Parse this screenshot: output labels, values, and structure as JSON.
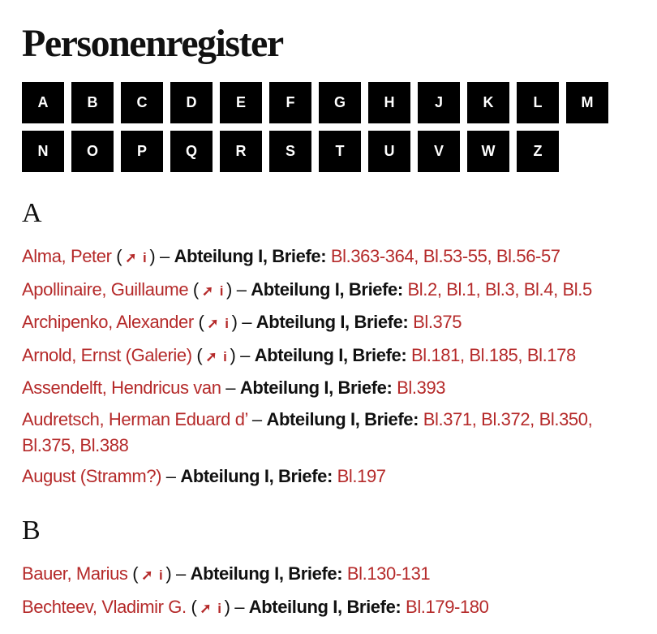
{
  "title": "Personenregister",
  "alphabet_row1": [
    "A",
    "B",
    "C",
    "D",
    "E",
    "F",
    "G",
    "H",
    "J",
    "K",
    "L",
    "M"
  ],
  "alphabet_row2": [
    "N",
    "O",
    "P",
    "Q",
    "R",
    "S",
    "T",
    "U",
    "V",
    "W",
    "Z"
  ],
  "section_label": "Abteilung I, Briefe:",
  "icons": {
    "external": "external-link-icon",
    "info": "info-icon"
  },
  "colors": {
    "link": "#b52a2a",
    "button_bg": "#000000",
    "button_text": "#ffffff"
  },
  "sections": [
    {
      "letter": "A",
      "entries": [
        {
          "name": "Alma, Peter",
          "links": true,
          "folios": [
            "Bl.363-364",
            "Bl.53-55",
            "Bl.56-57"
          ]
        },
        {
          "name": "Apollinaire, Guillaume",
          "links": true,
          "folios": [
            "Bl.2",
            "Bl.1",
            "Bl.3",
            "Bl.4",
            "Bl.5"
          ]
        },
        {
          "name": "Archipenko, Alexander",
          "links": true,
          "folios": [
            "Bl.375"
          ]
        },
        {
          "name": "Arnold, Ernst (Galerie)",
          "links": true,
          "folios": [
            "Bl.181",
            "Bl.185",
            "Bl.178"
          ]
        },
        {
          "name": "Assendelft, Hendricus van",
          "links": false,
          "folios": [
            "Bl.393"
          ]
        },
        {
          "name": "Audretsch, Herman Eduard d’",
          "links": false,
          "folios": [
            "Bl.371",
            "Bl.372",
            "Bl.350",
            "Bl.375",
            "Bl.388"
          ]
        },
        {
          "name": "August (Stramm?)",
          "links": false,
          "folios": [
            "Bl.197"
          ]
        }
      ]
    },
    {
      "letter": "B",
      "entries": [
        {
          "name": "Bauer, Marius",
          "links": true,
          "folios": [
            "Bl.130-131"
          ]
        },
        {
          "name": "Bechteev, Vladimir G.",
          "links": true,
          "folios": [
            "Bl.179-180"
          ]
        }
      ]
    }
  ]
}
